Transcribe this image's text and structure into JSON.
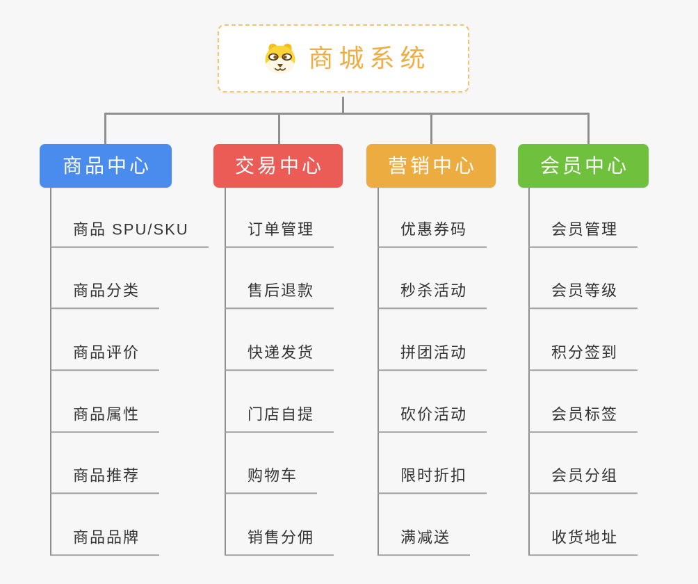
{
  "root": {
    "title": "商城系统",
    "icon": "dog-face-icon"
  },
  "branches": [
    {
      "label": "商品中心",
      "color": "#4a8cee",
      "items": [
        "商品 SPU/SKU",
        "商品分类",
        "商品评价",
        "商品属性",
        "商品推荐",
        "商品品牌"
      ]
    },
    {
      "label": "交易中心",
      "color": "#ea5c55",
      "items": [
        "订单管理",
        "售后退款",
        "快递发货",
        "门店自提",
        "购物车",
        "销售分佣"
      ]
    },
    {
      "label": "营销中心",
      "color": "#ecac40",
      "items": [
        "优惠券码",
        "秒杀活动",
        "拼团活动",
        "砍价活动",
        "限时折扣",
        "满减送"
      ]
    },
    {
      "label": "会员中心",
      "color": "#6fc13d",
      "items": [
        "会员管理",
        "会员等级",
        "积分签到",
        "会员标签",
        "会员分组",
        "收货地址"
      ]
    }
  ],
  "colors": {
    "background": "#f7f7f7",
    "connector": "#8f8f8f",
    "underline": "#999999",
    "item_text": "#333333",
    "root_accent": "#efad43",
    "root_border": "#f5c469"
  }
}
